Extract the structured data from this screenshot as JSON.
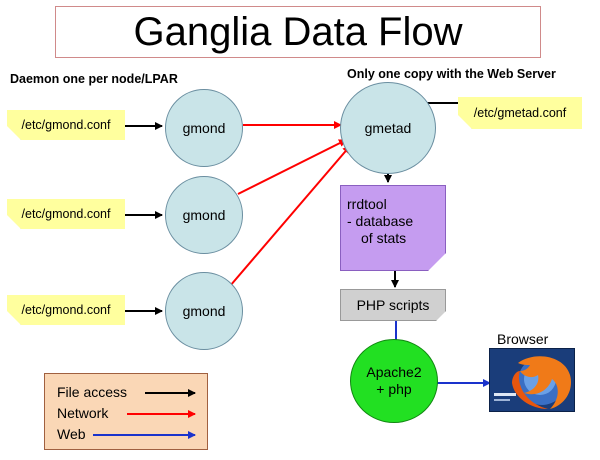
{
  "title": "Ganglia Data Flow",
  "headings": {
    "daemon": "Daemon one per node/LPAR",
    "webserver": "Only one copy with the Web Server"
  },
  "config_files": {
    "gmond_conf": "/etc/gmond.conf",
    "gmetad_conf": "/etc/gmetad.conf"
  },
  "nodes": {
    "gmond": "gmond",
    "gmetad": "gmetad",
    "rrdtool_lines": [
      "rrdtool",
      "- database",
      "of stats"
    ],
    "php_scripts": "PHP scripts",
    "apache_lines": [
      "Apache2",
      "+ php"
    ],
    "browser": "Browser"
  },
  "legend": {
    "items": [
      {
        "label": "File access",
        "color": "#000000"
      },
      {
        "label": "Network",
        "color": "#ff0000"
      },
      {
        "label": "Web",
        "color": "#1a33cc"
      }
    ]
  },
  "colors": {
    "file_access": "#000000",
    "network": "#ff0000",
    "web": "#1a33cc"
  },
  "icons": {
    "browser": "firefox-icon"
  }
}
